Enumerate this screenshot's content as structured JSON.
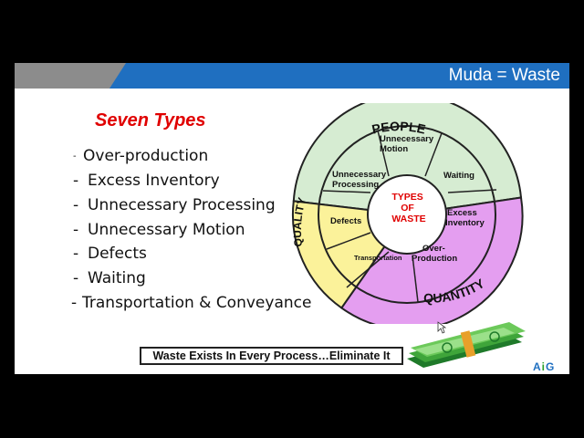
{
  "slide_title": "Muda = Waste",
  "heading": "Seven Types",
  "waste_types": [
    {
      "bullet": "-",
      "text": "Over-production"
    },
    {
      "bullet": "-",
      "text": "Excess Inventory"
    },
    {
      "bullet": "-",
      "text": "Unnecessary Processing"
    },
    {
      "bullet": "-",
      "text": "Unnecessary Motion"
    },
    {
      "bullet": "-",
      "text": "Defects"
    },
    {
      "bullet": "-",
      "text": "Waiting"
    },
    {
      "bullet": "-",
      "text": "Transportation & Conveyance"
    }
  ],
  "wheel": {
    "categories": {
      "people": "PEOPLE",
      "quality": "QUALITY",
      "quantity": "QUANTITY"
    },
    "center": [
      "TYPES",
      "OF",
      "WASTE"
    ],
    "segments": {
      "unnecessary_motion": [
        "Unnecessary",
        "Motion"
      ],
      "waiting": [
        "Waiting"
      ],
      "unnecessary_processing": [
        "Unnecessary",
        "Processing"
      ],
      "excess_inventory": [
        "Excess",
        "Inventory"
      ],
      "defects": [
        "Defects"
      ],
      "over_production": [
        "Over-",
        "Production"
      ],
      "transportation": [
        "Transportation"
      ]
    },
    "colors": {
      "people": "#d6ecd2",
      "quality": "#fbf29a",
      "quantity": "#e49ef0",
      "center_text": "#e00000"
    }
  },
  "banner_text": "Waste Exists In Every Process…Eliminate It",
  "logo": {
    "a": "A",
    "i": "i",
    "g": "G"
  },
  "colors": {
    "header_blue": "#1f6fc0",
    "header_gray": "#8c8c8c",
    "heading_red": "#e00000"
  }
}
